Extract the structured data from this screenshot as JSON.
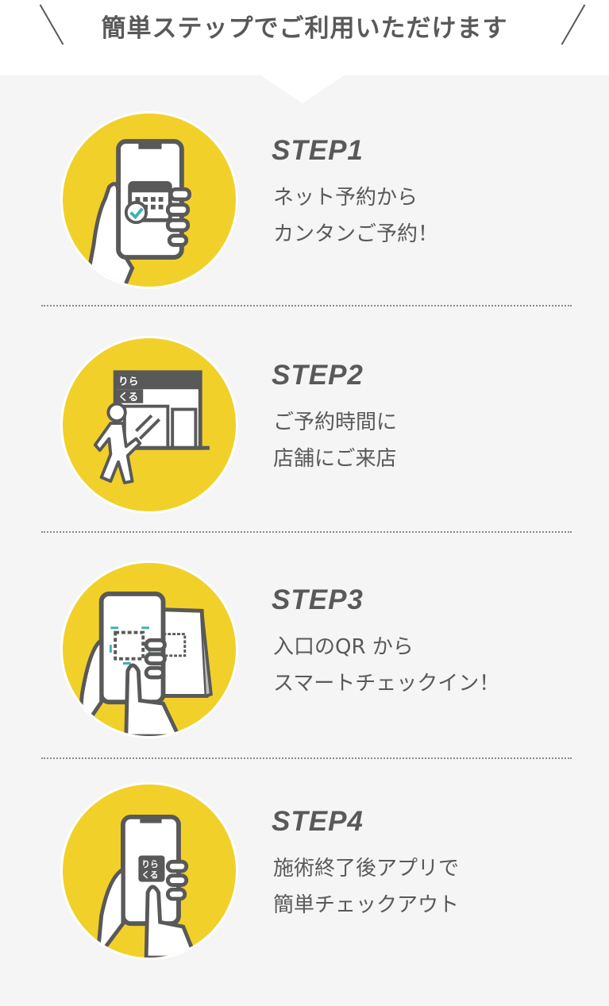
{
  "header": {
    "title": "簡単ステップでご利用いただけます"
  },
  "steps": [
    {
      "label": "STEP1",
      "lines": [
        "ネット予約から",
        "カンタンご予約！"
      ]
    },
    {
      "label": "STEP2",
      "lines": [
        "ご予約時間に",
        "店舗にご来店"
      ]
    },
    {
      "label": "STEP3",
      "lines": [
        "入口のQR から",
        "スマートチェックイン！"
      ]
    },
    {
      "label": "STEP4",
      "lines": [
        "施術終了後アプリで",
        "簡単チェックアウト"
      ]
    }
  ],
  "colors": {
    "accent": "#f2d02a",
    "text": "#595959",
    "check": "#3bb3b0",
    "background": "#f5f5f5"
  }
}
